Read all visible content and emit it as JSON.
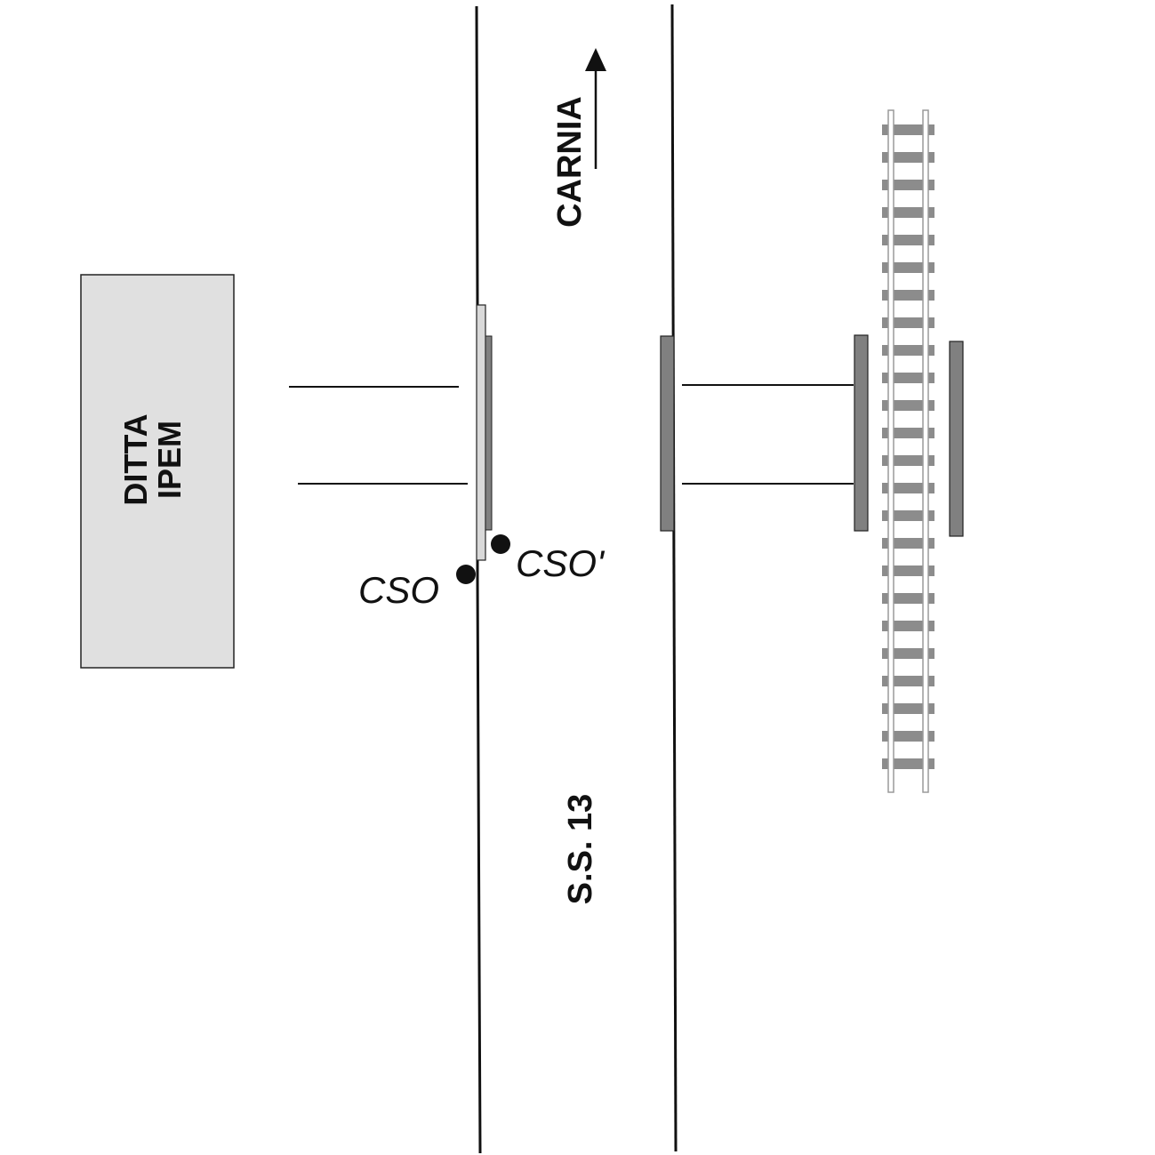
{
  "building": {
    "line1": "DITTA",
    "line2": "IPEM"
  },
  "direction": {
    "label": "CARNIA"
  },
  "road": {
    "label": "S.S. 13"
  },
  "points": [
    {
      "label": "CSO"
    },
    {
      "label": "CSO'"
    }
  ],
  "colors": {
    "building_fill": "#e0e0e0",
    "barrier_dark": "#808080",
    "barrier_light": "#d9d9d9",
    "line": "#111111",
    "track_rail": "#9a9a9a",
    "track_tie": "#8c8c8c"
  }
}
